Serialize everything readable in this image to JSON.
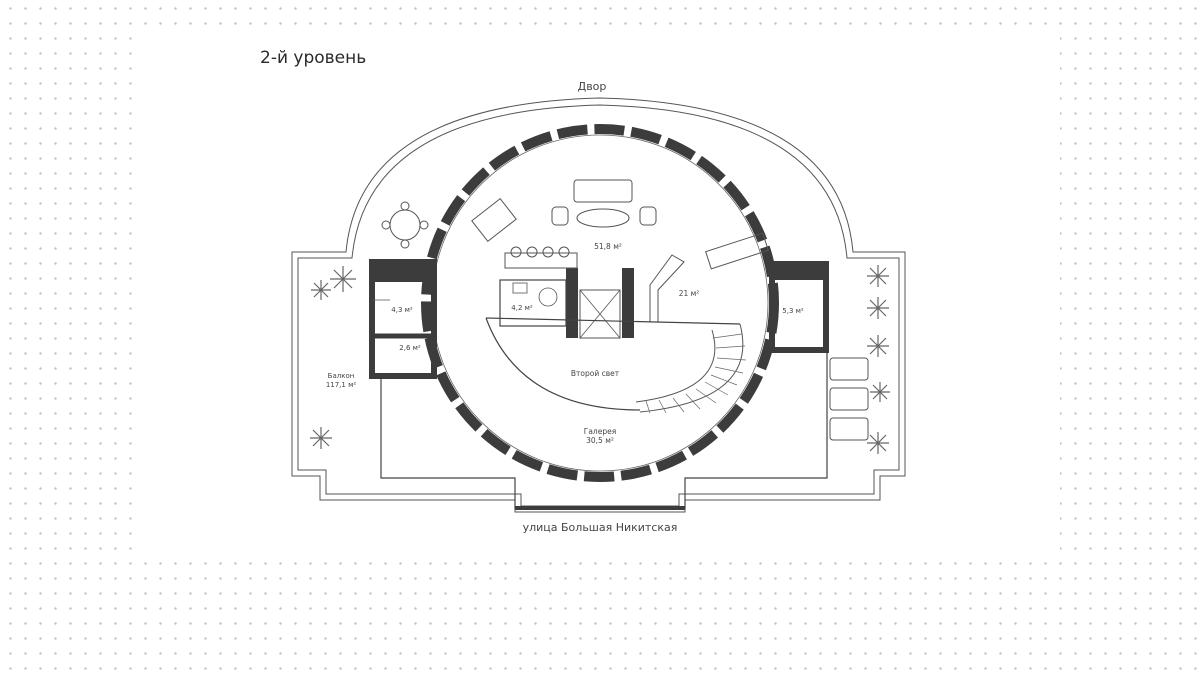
{
  "page": {
    "title": "2-й уровень"
  },
  "context": {
    "top": "Двор",
    "bottom": "улица Большая Никитская"
  },
  "rooms": {
    "living": "51,8 м²",
    "room21": "21 м²",
    "bath42": "4,2 м²",
    "left43": "4,3 м²",
    "wc26": "2,6 м²",
    "right53": "5,3 м²",
    "void": "Второй свет",
    "gallery_name": "Галерея",
    "gallery_area": "30,5 м²",
    "balcony_name": "Балкон",
    "balcony_area": "117,1 м²"
  },
  "colors": {
    "wall": "#3c3c3c",
    "line": "#555555",
    "dots": "#c4c4c4"
  }
}
